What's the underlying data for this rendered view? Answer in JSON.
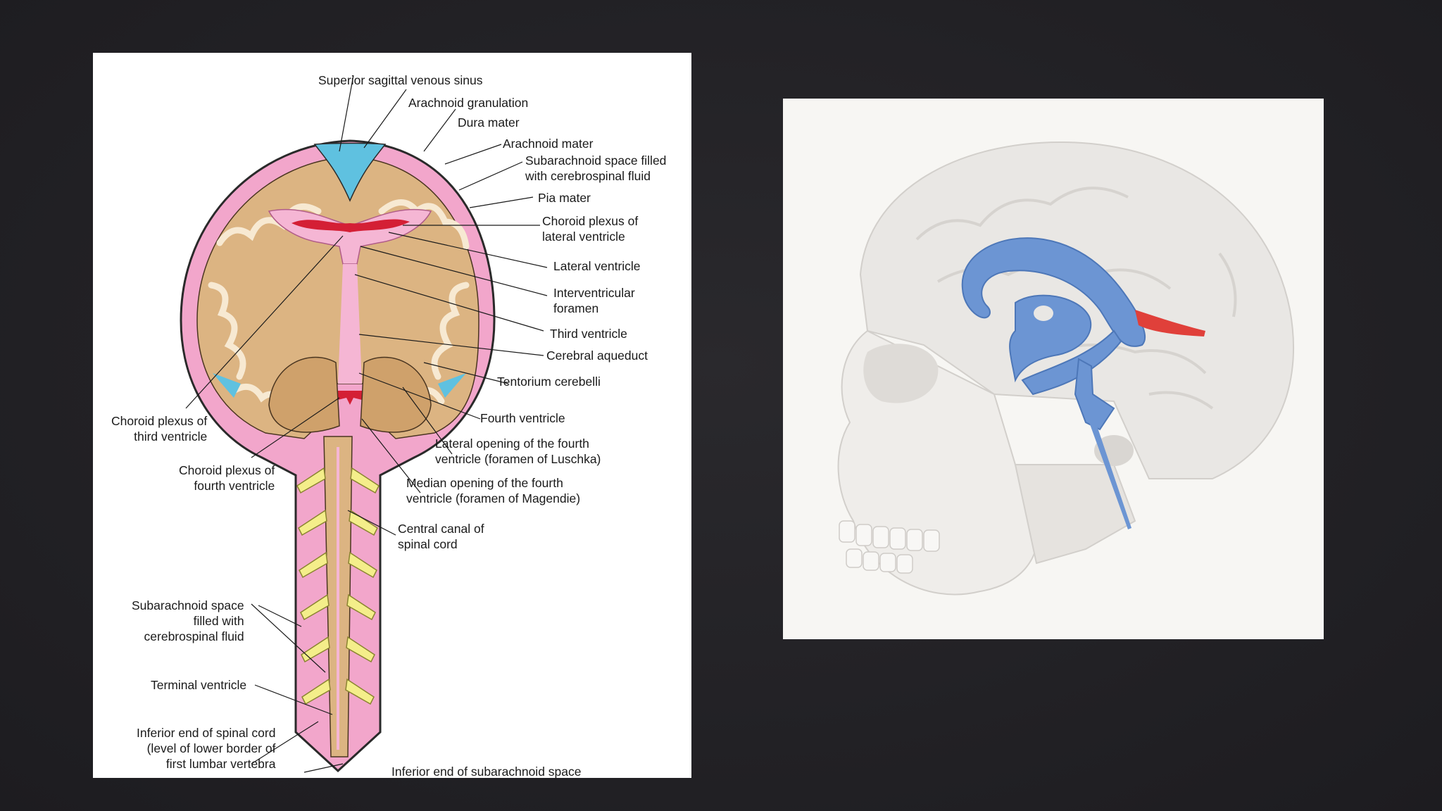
{
  "diagram": {
    "labels": {
      "superior_sagittal_sinus": "Superior sagittal venous sinus",
      "arachnoid_granulation": "Arachnoid granulation",
      "dura_mater": "Dura mater",
      "arachnoid_mater": "Arachnoid mater",
      "subarachnoid_space_brain": "Subarachnoid space filled\nwith cerebrospinal fluid",
      "pia_mater": "Pia mater",
      "choroid_plexus_lateral": "Choroid plexus of\nlateral ventricle",
      "lateral_ventricle": "Lateral ventricle",
      "interventricular_foramen": "Interventricular\nforamen",
      "third_ventricle": "Third ventricle",
      "cerebral_aqueduct": "Cerebral aqueduct",
      "tentorium_cerebelli": "Tentorium cerebelli",
      "fourth_ventricle": "Fourth ventricle",
      "lateral_opening_fourth": "Lateral opening of the fourth\nventricle (foramen of Luschka)",
      "median_opening_fourth": "Median opening of the fourth\nventricle (foramen of Magendie)",
      "central_canal": "Central canal of\nspinal cord",
      "choroid_plexus_third": "Choroid plexus of\nthird ventricle",
      "choroid_plexus_fourth": "Choroid plexus of\nfourth ventricle",
      "subarachnoid_space_cord": "Subarachnoid space\nfilled with\ncerebrospinal fluid",
      "terminal_ventricle": "Terminal ventricle",
      "inferior_end_cord": "Inferior end of spinal cord\n(level of lower border of\nfirst lumbar vertebra",
      "inferior_end_subarachnoid": "Inferior end of subarachnoid space"
    },
    "colors": {
      "slide_background": "#232226",
      "subarachnoid_pink": "#efa3c8",
      "brain_tissue": "#dcb482",
      "choroid_plexus_red": "#d41f35",
      "csf_blue": "#5fc1e0",
      "nerve_yellow": "#f4ee8a",
      "ventricle_model_blue": "#6c95d3",
      "ventricle_model_red": "#e0403a"
    }
  },
  "model_3d": {
    "subject": "skull-with-ventricles"
  }
}
